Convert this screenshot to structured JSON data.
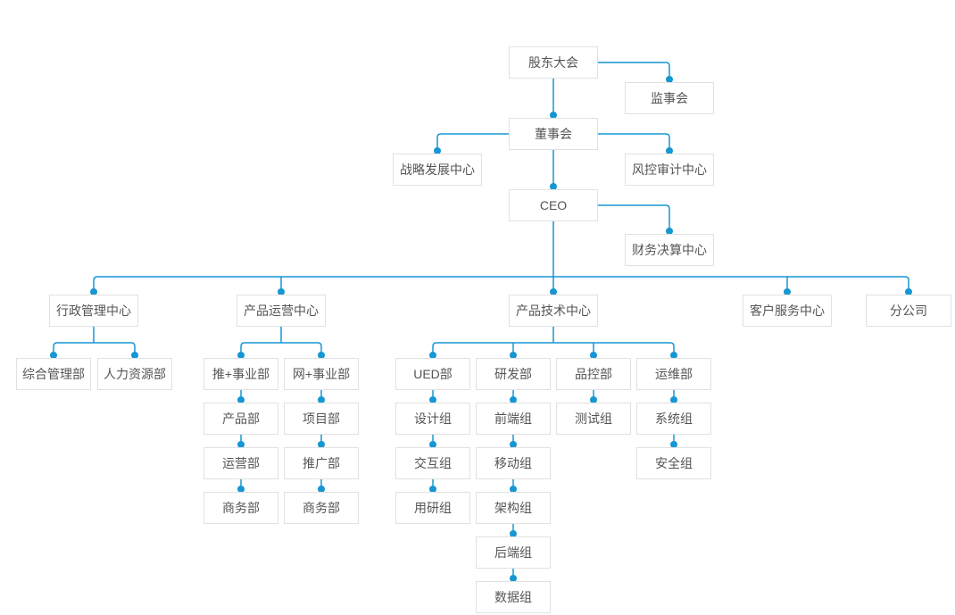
{
  "nodes": {
    "shareholders_meeting": "股东大会",
    "supervisory_board": "监事会",
    "board_of_directors": "董事会",
    "strategy_dev_center": "战略发展中心",
    "risk_audit_center": "风控审计中心",
    "ceo": "CEO",
    "finance_center": "财务决算中心",
    "admin_center": "行政管理中心",
    "product_ops_center": "产品运营中心",
    "product_tech_center": "产品技术中心",
    "customer_service_center": "客户服务中心",
    "branch_company": "分公司",
    "general_mgmt_dept": "综合管理部",
    "hr_dept": "人力资源部",
    "tui_business_unit": "推+事业部",
    "wang_business_unit": "网+事业部",
    "ued_dept": "UED部",
    "rnd_dept": "研发部",
    "qc_dept": "品控部",
    "om_dept": "运维部",
    "product_dept": "产品部",
    "project_dept": "项目部",
    "design_group": "设计组",
    "frontend_group": "前端组",
    "testing_group": "测试组",
    "system_group": "系统组",
    "operation_dept": "运营部",
    "promotion_dept": "推广部",
    "interaction_group": "交互组",
    "mobile_group": "移动组",
    "security_group": "安全组",
    "business_dept_tui": "商务部",
    "business_dept_wang": "商务部",
    "user_research_group": "用研组",
    "architecture_group": "架构组",
    "backend_group": "后端组",
    "data_group": "数据组"
  },
  "hierarchy": {
    "label": "股东大会",
    "children": [
      {
        "label": "监事会"
      },
      {
        "label": "董事会",
        "children": [
          {
            "label": "战略发展中心"
          },
          {
            "label": "风控审计中心"
          },
          {
            "label": "CEO",
            "children": [
              {
                "label": "财务决算中心"
              },
              {
                "label": "行政管理中心",
                "children": [
                  {
                    "label": "综合管理部"
                  },
                  {
                    "label": "人力资源部"
                  }
                ]
              },
              {
                "label": "产品运营中心",
                "children": [
                  {
                    "label": "推+事业部",
                    "children": [
                      {
                        "label": "产品部",
                        "children": [
                          {
                            "label": "运营部",
                            "children": [
                              {
                                "label": "商务部"
                              }
                            ]
                          }
                        ]
                      }
                    ]
                  },
                  {
                    "label": "网+事业部",
                    "children": [
                      {
                        "label": "项目部",
                        "children": [
                          {
                            "label": "推广部",
                            "children": [
                              {
                                "label": "商务部"
                              }
                            ]
                          }
                        ]
                      }
                    ]
                  }
                ]
              },
              {
                "label": "产品技术中心",
                "children": [
                  {
                    "label": "UED部",
                    "children": [
                      {
                        "label": "设计组",
                        "children": [
                          {
                            "label": "交互组",
                            "children": [
                              {
                                "label": "用研组"
                              }
                            ]
                          }
                        ]
                      }
                    ]
                  },
                  {
                    "label": "研发部",
                    "children": [
                      {
                        "label": "前端组",
                        "children": [
                          {
                            "label": "移动组",
                            "children": [
                              {
                                "label": "架构组",
                                "children": [
                                  {
                                    "label": "后端组",
                                    "children": [
                                      {
                                        "label": "数据组"
                                      }
                                    ]
                                  }
                                ]
                              }
                            ]
                          }
                        ]
                      }
                    ]
                  },
                  {
                    "label": "品控部",
                    "children": [
                      {
                        "label": "测试组"
                      }
                    ]
                  },
                  {
                    "label": "运维部",
                    "children": [
                      {
                        "label": "系统组",
                        "children": [
                          {
                            "label": "安全组"
                          }
                        ]
                      }
                    ]
                  }
                ]
              },
              {
                "label": "客户服务中心"
              },
              {
                "label": "分公司"
              }
            ]
          }
        ]
      }
    ]
  },
  "colors": {
    "connector": "#1697d4",
    "node_border": "#e1e1e1",
    "node_background": "#ffffff",
    "node_text": "#555555",
    "page_background": "#ffffff"
  }
}
